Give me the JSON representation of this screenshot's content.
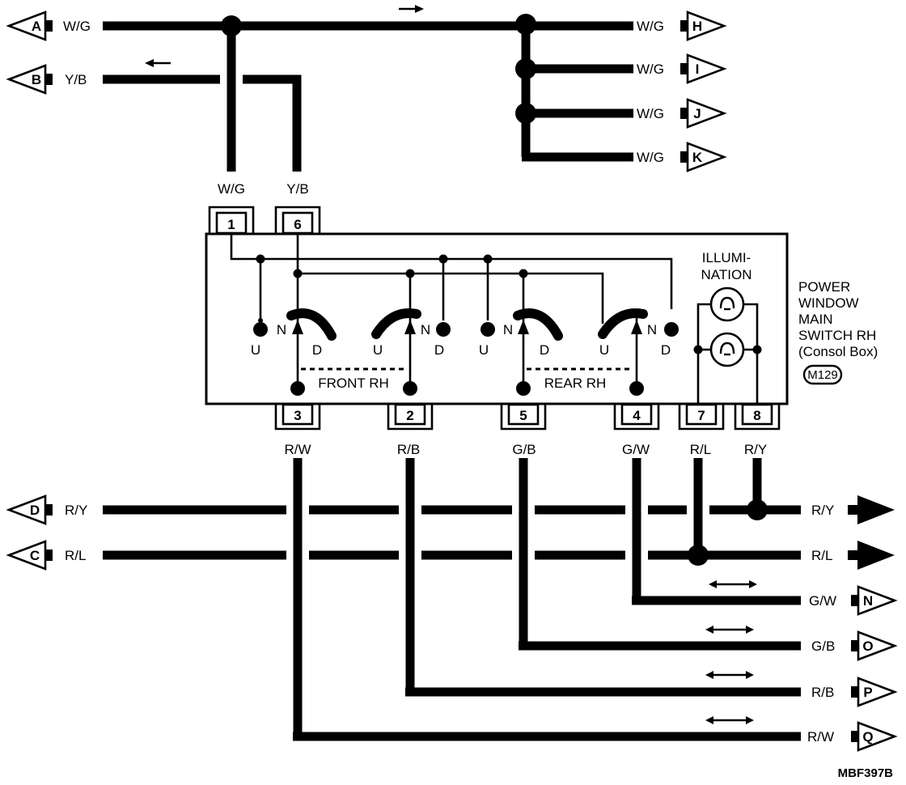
{
  "connectors_left": [
    {
      "letter": "A",
      "wire": "W/G"
    },
    {
      "letter": "B",
      "wire": "Y/B"
    },
    {
      "letter": "D",
      "wire": "R/Y"
    },
    {
      "letter": "C",
      "wire": "R/L"
    }
  ],
  "connectors_right": [
    {
      "letter": "H",
      "wire": "W/G"
    },
    {
      "letter": "I",
      "wire": "W/G"
    },
    {
      "letter": "J",
      "wire": "W/G"
    },
    {
      "letter": "K",
      "wire": "W/G"
    },
    {
      "letter": "N",
      "wire": "G/W"
    },
    {
      "letter": "O",
      "wire": "G/B"
    },
    {
      "letter": "P",
      "wire": "R/B"
    },
    {
      "letter": "Q",
      "wire": "R/W"
    }
  ],
  "arrow_outputs": [
    {
      "wire": "R/Y"
    },
    {
      "wire": "R/L"
    }
  ],
  "top_pins": [
    {
      "pin": "1",
      "wire": "W/G"
    },
    {
      "pin": "6",
      "wire": "Y/B"
    }
  ],
  "bottom_pins": [
    {
      "pin": "3",
      "wire": "R/W"
    },
    {
      "pin": "2",
      "wire": "R/B"
    },
    {
      "pin": "5",
      "wire": "G/B"
    },
    {
      "pin": "4",
      "wire": "G/W"
    },
    {
      "pin": "7",
      "wire": "R/L"
    },
    {
      "pin": "8",
      "wire": "R/Y"
    }
  ],
  "switch_labels": {
    "up": "U",
    "neutral": "N",
    "down": "D",
    "front": "FRONT RH",
    "rear": "REAR RH"
  },
  "illumination": {
    "line1": "ILLUMI-",
    "line2": "NATION"
  },
  "component": {
    "line1": "POWER",
    "line2": "WINDOW",
    "line3": "MAIN",
    "line4": "SWITCH RH",
    "line5": "(Consol Box)",
    "connector": "M129"
  },
  "figure_code": "MBF397B"
}
